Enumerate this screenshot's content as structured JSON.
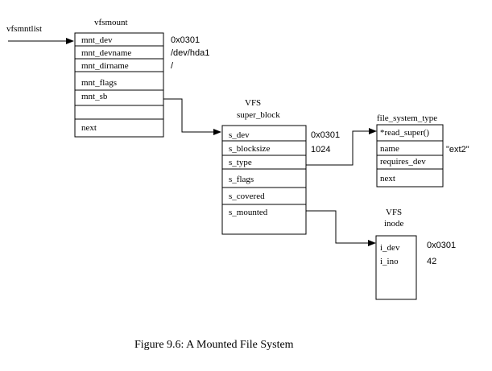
{
  "labels": {
    "vfsmntlist": "vfsmntlist",
    "vfsmount": "vfsmount",
    "super_block_line1": "VFS",
    "super_block_line2": "super_block",
    "fst": "file_system_type",
    "inode_line1": "VFS",
    "inode_line2": "inode"
  },
  "vfsmount": {
    "fields": [
      "mnt_dev",
      "mnt_devname",
      "mnt_dirname",
      "mnt_flags",
      "mnt_sb",
      "",
      "next"
    ],
    "values": [
      "0x0301",
      "/dev/hda1",
      "/"
    ]
  },
  "super_block": {
    "fields": [
      "s_dev",
      "s_blocksize",
      "s_type",
      "s_flags",
      "s_covered",
      "s_mounted"
    ],
    "values": [
      "0x0301",
      "1024"
    ]
  },
  "file_system_type": {
    "fields": [
      "*read_super()",
      "name",
      "requires_dev",
      "next"
    ],
    "value": "\"ext2\""
  },
  "inode": {
    "fields": [
      "i_dev",
      "i_ino"
    ],
    "values": [
      "0x0301",
      "42"
    ]
  },
  "caption": "Figure 9.6: A Mounted File System"
}
